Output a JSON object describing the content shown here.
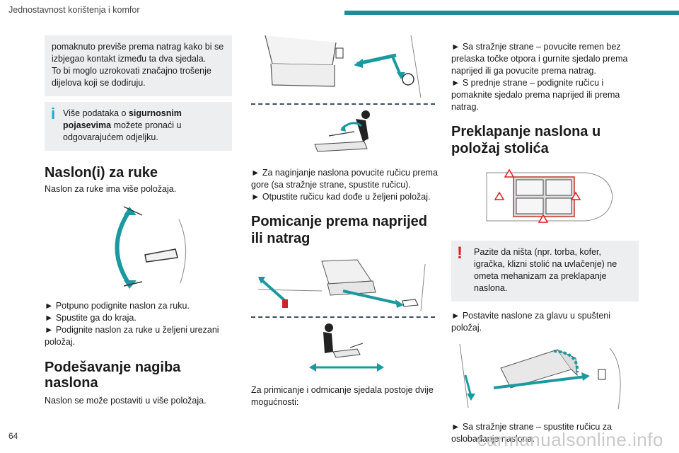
{
  "header": {
    "section_title": "Jednostavnost korištenja i komfor"
  },
  "footer": {
    "page_number": "64",
    "watermark": "carmanualsonline.info"
  },
  "col1": {
    "note_lines": [
      "pomaknuto previše prema natrag kako bi se",
      "izbjegao kontakt između ta dva sjedala.",
      "To bi moglo uzrokovati značajno trošenje",
      "dijelova koji se dodiruju."
    ],
    "info_pre": "Više podataka o ",
    "info_bold": "sigurnosnim pojasevima",
    "info_post": " možete pronaći u odgovarajućem odjeljku.",
    "armrest_heading": "Naslon(i) za ruke",
    "armrest_intro": "Naslon za ruke ima više položaja.",
    "armrest_steps": [
      "► Potpuno podignite naslon za ruku.",
      "► Spustite ga do kraja.",
      "► Podignite naslon za ruke u željeni urezani položaj."
    ],
    "tilt_heading": "Podešavanje nagiba naslona",
    "tilt_intro": "Naslon se može postaviti u više položaja."
  },
  "col2": {
    "tilt_steps": [
      "► Za naginjanje naslona povucite ručicu prema gore (sa stražnje strane, spustite ručicu).",
      "► Otpustite ručicu kad dođe u željeni položaj."
    ],
    "move_heading": "Pomicanje prema naprijed ili natrag",
    "move_intro": "Za primicanje i odmicanje sjedala postoje dvije mogućnosti:"
  },
  "col3": {
    "move_steps": [
      "► Sa stražnje strane – povucite remen bez prelaska točke otpora i gurnite sjedalo prema naprijed ili ga povucite prema natrag.",
      "► S prednje strane – podignite ručicu i pomaknite sjedalo prema naprijed ili prema natrag."
    ],
    "fold_heading": "Preklapanje naslona u položaj stolića",
    "warning_text": "Pazite da ništa (npr. torba, kofer, igračka, klizni stolić na uvlačenje) ne ometa mehanizam za preklapanje naslona.",
    "fold_step1": "► Postavite naslone za glavu u spušteni položaj.",
    "fold_step2": "► Sa stražnje strane – spustite ručicu za oslobađanje naslona."
  },
  "colors": {
    "accent": "#1e8c99",
    "note_bg": "#eceeef",
    "info_icon": "#1ea7d6",
    "warning_red": "#e11b22"
  }
}
